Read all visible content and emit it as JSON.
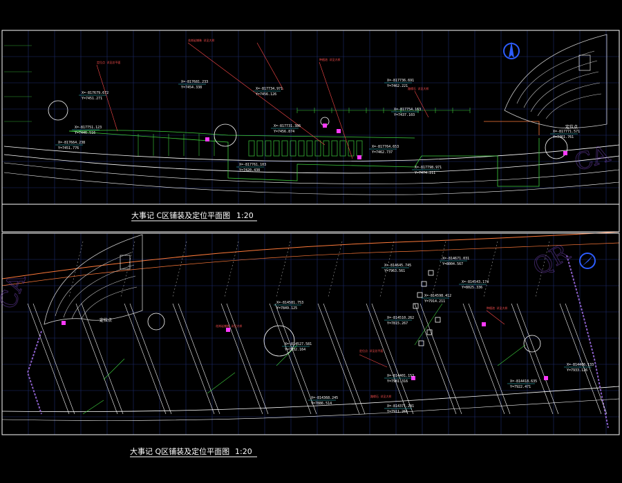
{
  "panels": {
    "top": {
      "title": "大事记 C区铺装及定位平面图",
      "scale": "1:20",
      "point_label": "定位点"
    },
    "bottom": {
      "title": "大事记 Q区铺装及定位平面图",
      "scale": "1:20",
      "point_label": "定位点"
    }
  },
  "watermarks": [
    "CA",
    "QR",
    "CA"
  ],
  "colors": {
    "background": "#000000",
    "frame": "#ffffff",
    "grid": "#1e2c6e",
    "green": "#3fd23f",
    "cyan": "#37d9e0",
    "white": "#ffffff",
    "red": "#ff4a4a",
    "orange": "#ff7a3a",
    "yellow": "#e7e44a",
    "magenta": "#ff3aff",
    "blue": "#2d5dff",
    "purple": "#6a3fa8"
  },
  "icons": [
    "north-arrow-icon"
  ],
  "top_coords": [
    {
      "x": "X=-817679.672",
      "y": "Y=7451.271"
    },
    {
      "x": "X=-817664.238",
      "y": "Y=7451.776"
    },
    {
      "x": "X=-817751.123",
      "y": "Y=7446.516"
    },
    {
      "x": "X=-817681.233",
      "y": "Y=7454.338"
    },
    {
      "x": "X=-817734.971",
      "y": "Y=7456.126"
    },
    {
      "x": "X=-817731.386",
      "y": "Y=7456.874"
    },
    {
      "x": "X=-817736.691",
      "y": "Y=7462.221"
    },
    {
      "x": "X=-817754.163",
      "y": "Y=7437.103"
    },
    {
      "x": "X=-817764.653",
      "y": "Y=7462.737"
    },
    {
      "x": "X=-817798.971",
      "y": "Y=7474.211"
    },
    {
      "x": "X=-817761.103",
      "y": "Y=7420.438"
    },
    {
      "x": "X=-817771.571",
      "y": "Y=7461.761"
    }
  ],
  "bottom_coords": [
    {
      "x": "X=-814645.745",
      "y": "Y=7963.561"
    },
    {
      "x": "X=-814671.031",
      "y": "Y=8004.567"
    },
    {
      "x": "X=-814543.174",
      "y": "Y=8025.336"
    },
    {
      "x": "X=-814510.262",
      "y": "Y=7815.267"
    },
    {
      "x": "X=-814598.412",
      "y": "Y=7914.211"
    },
    {
      "x": "X=-814527.581",
      "y": "Y=7932.164"
    },
    {
      "x": "X=-814581.753",
      "y": "Y=7849.125"
    },
    {
      "x": "X=-814401.153",
      "y": "Y=7981.316"
    },
    {
      "x": "X=-814368.245",
      "y": "Y=7886.514"
    },
    {
      "x": "X=-814371.291",
      "y": "Y=7911.261"
    },
    {
      "x": "X=-814418.635",
      "y": "Y=7922.471"
    },
    {
      "x": "X=-814406.133",
      "y": "Y=7933.126"
    }
  ],
  "notes": [
    "花岗岩铺装 详见大样",
    "定位点 详见总平面",
    "种植池 详见大样",
    "路缘石 详见大样"
  ]
}
